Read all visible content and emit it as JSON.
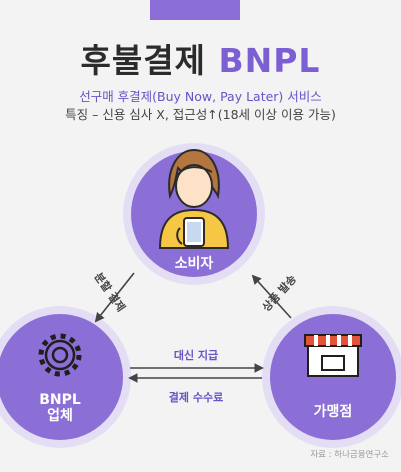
{
  "header": {
    "title_main": "후불결제",
    "title_accent": "BNPL",
    "subtitle_line1": "선구매 후결제(Buy Now, Pay Later) 서비스",
    "subtitle_line2": "특징 – 신용 심사 X, 접근성↑(18세 이상 이용 가능)"
  },
  "nodes": {
    "consumer": "소비자",
    "bnpl_line1": "BNPL",
    "bnpl_line2": "업체",
    "merchant": "가맹점"
  },
  "edges": {
    "consumer_to_bnpl": "분할 결제",
    "merchant_to_consumer": "상품 발송",
    "bnpl_to_merchant": "대신 지급",
    "merchant_to_bnpl": "결제 수수료"
  },
  "footer": {
    "source": "자료 : 하나금융연구소"
  },
  "colors": {
    "accent": "#7b5fd3",
    "node_fill": "#8b6fd6",
    "ring": "#e4def5"
  }
}
